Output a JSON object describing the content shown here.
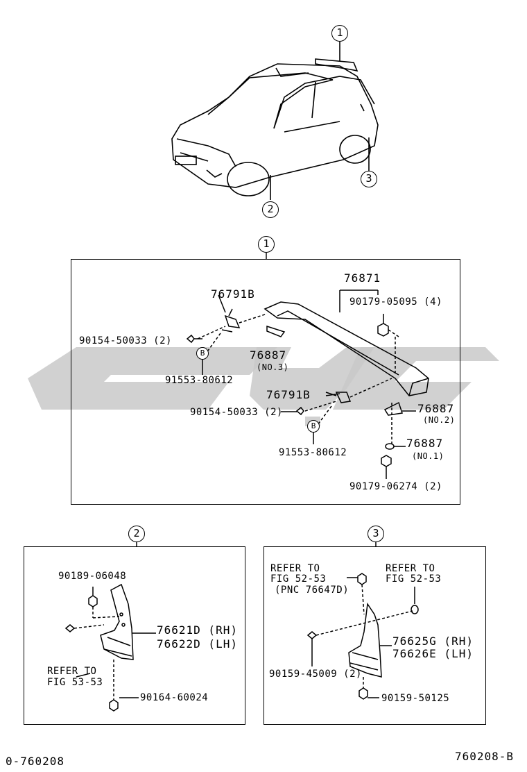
{
  "callouts": {
    "roof_rail": "1",
    "front_mudguard": "2",
    "rear_mudguard": "3"
  },
  "section1": {
    "callout": "1",
    "labels": {
      "p76871": "76871",
      "p90179_05095": "90179-05095 (4)",
      "p76791b_top": "76791B",
      "p90154_top": "90154-50033 (2)",
      "p76887_no3": "76887",
      "no3": "(NO.3)",
      "p91553_top": "91553-80612",
      "p76791b_bot": "76791B",
      "p90154_bot": "90154-50033 (2)",
      "p76887_no2": "76887",
      "no2": "(NO.2)",
      "p91553_bot": "91553-80612",
      "p76887_no1": "76887",
      "no1": "(NO.1)",
      "p90179_06274": "90179-06274 (2)",
      "b_mark": "B"
    }
  },
  "section2": {
    "callout": "2",
    "labels": {
      "p90189": "90189-06048",
      "p76621d": "76621D (RH)",
      "p76622d": "76622D (LH)",
      "refer1": "REFER TO",
      "refer2": "FIG 53-53",
      "p90164": "90164-60024"
    }
  },
  "section3": {
    "callout": "3",
    "labels": {
      "refer_a1": "REFER TO",
      "refer_a2": "FIG 52-53",
      "refer_a3": "(PNC 76647D)",
      "refer_b1": "REFER TO",
      "refer_b2": "FIG 52-53",
      "p76625g": "76625G (RH)",
      "p76626e": "76626E (LH)",
      "p90159_45009": "90159-45009 (2)",
      "p90159_50125": "90159-50125"
    }
  },
  "footer": {
    "left_code": "0-760208",
    "right_code": "760208-B"
  }
}
